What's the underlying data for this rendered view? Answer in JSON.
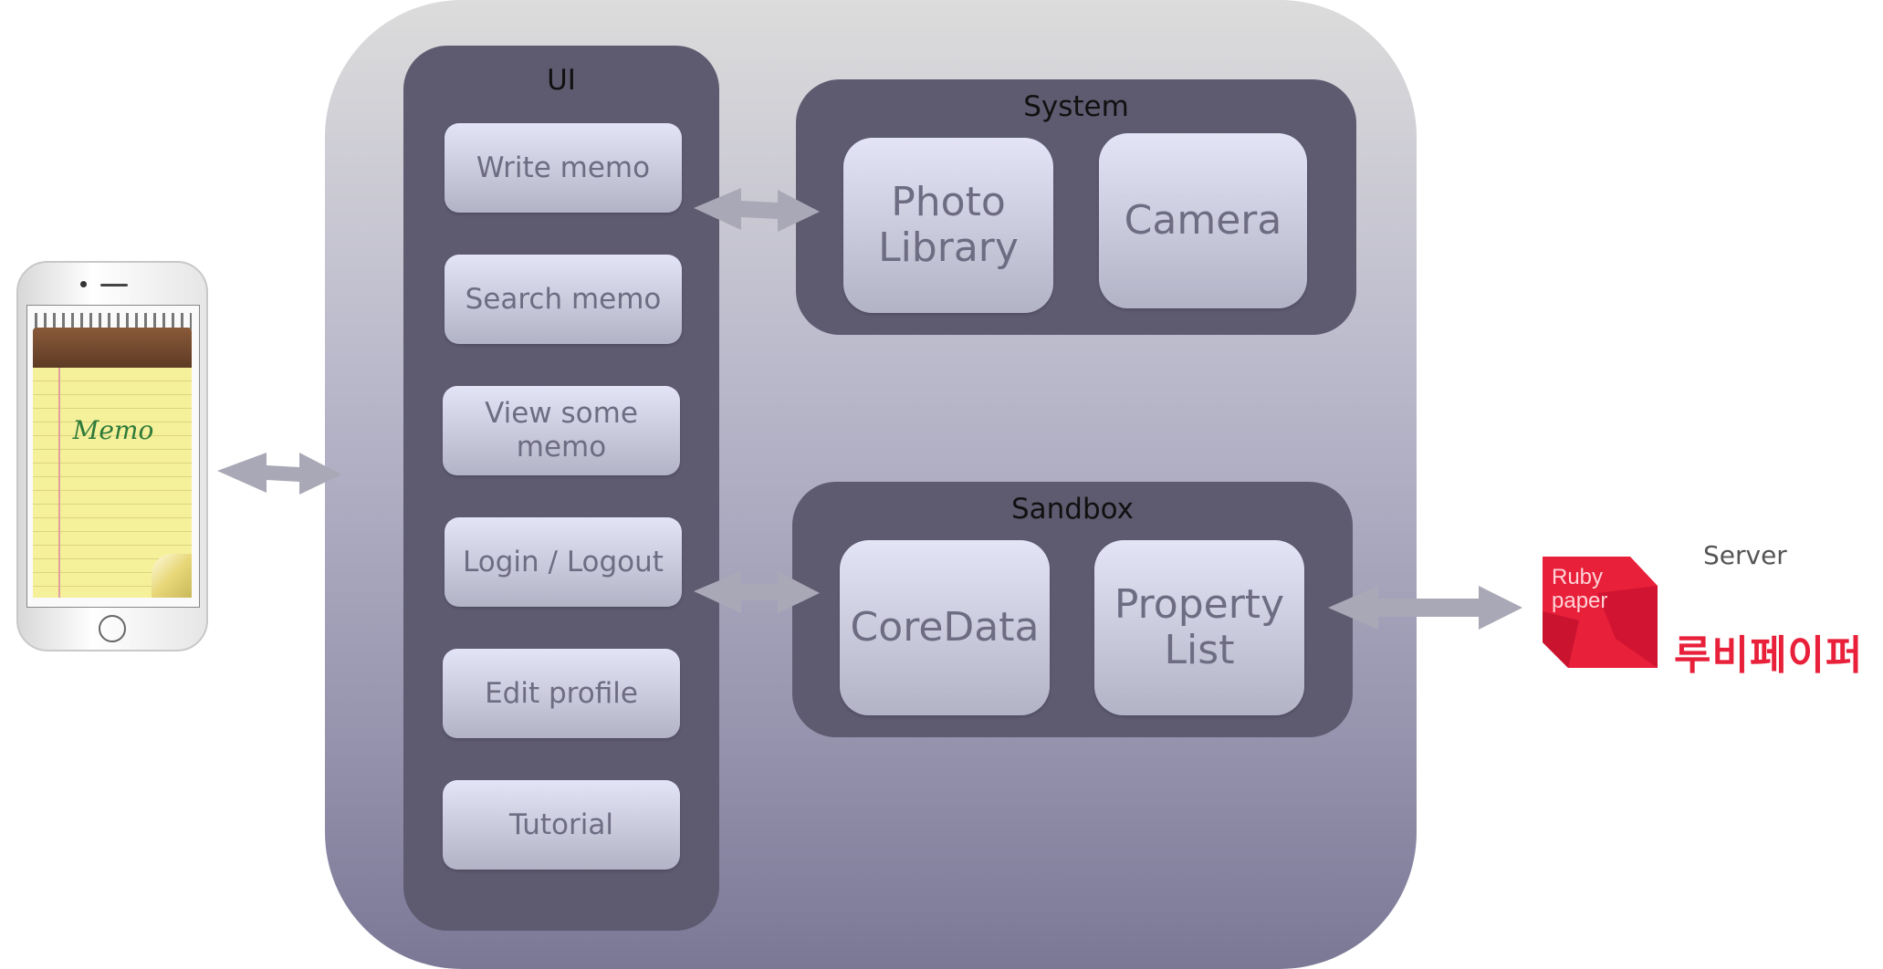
{
  "ui_panel": {
    "title": "UI",
    "buttons": [
      "Write memo",
      "Search memo",
      "View some memo",
      "Login / Logout",
      "Edit profile",
      "Tutorial"
    ]
  },
  "system_panel": {
    "title": "System",
    "items": [
      "Photo Library",
      "Camera"
    ]
  },
  "sandbox_panel": {
    "title": "Sandbox",
    "items": [
      "CoreData",
      "Property List"
    ]
  },
  "phone": {
    "screen_text": "Memo"
  },
  "server": {
    "label": "Server",
    "logo_text": "Ruby paper",
    "logo_korean": "루비페이퍼"
  },
  "colors": {
    "panel": "#5e5a70",
    "button_top": "#e3e4f5",
    "button_bottom": "#b3b3c6",
    "arrow": "#a9a8b6",
    "logo_red": "#e8203a"
  }
}
